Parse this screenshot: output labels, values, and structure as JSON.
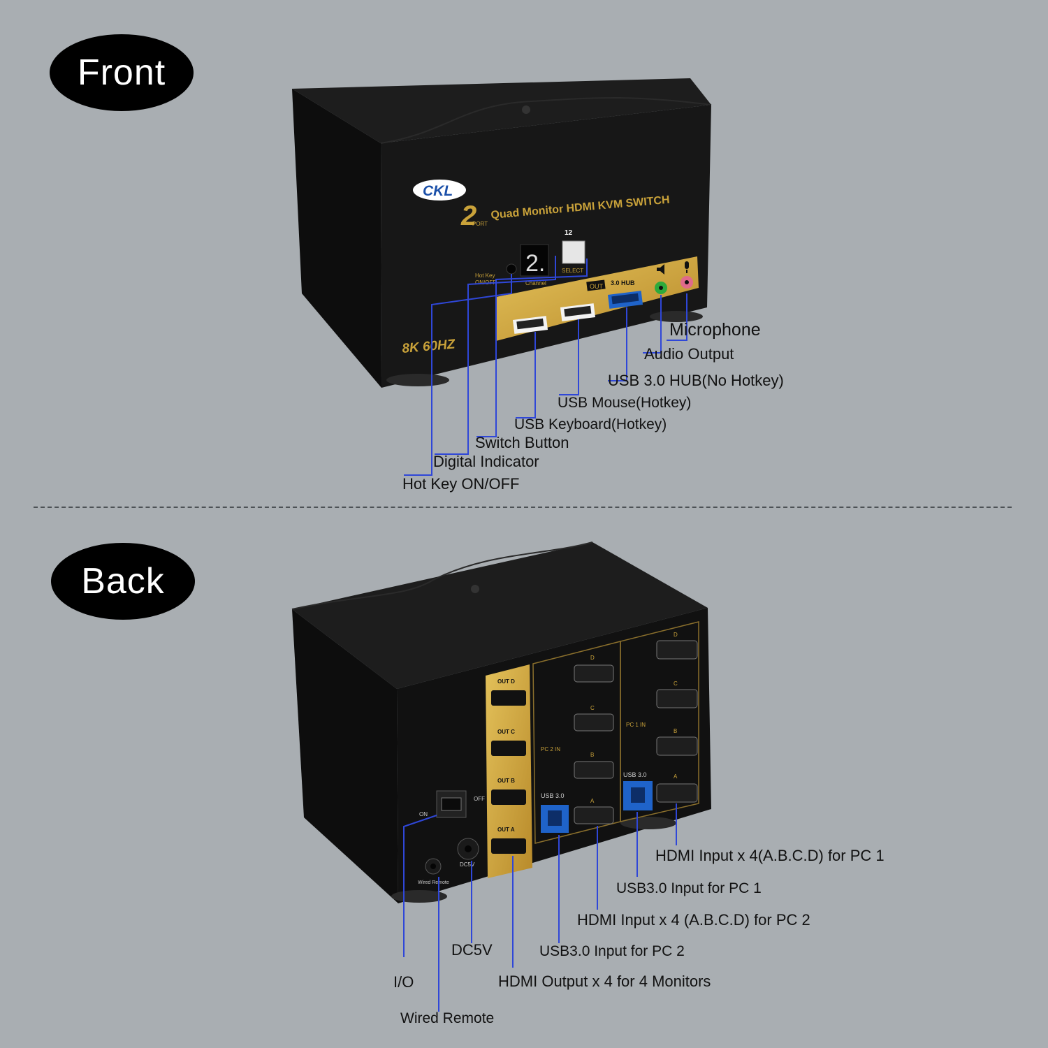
{
  "sections": {
    "front": "Front",
    "back": "Back"
  },
  "device": {
    "brand": "CKL",
    "ports_count": "2",
    "port_word": "PORT",
    "title": "Quad Monitor HDMI KVM SWITCH",
    "resolution_badge": "8K 60HZ",
    "digit_display": "2.",
    "front_panel": {
      "hotkey_line1": "Hot Key",
      "hotkey_line2": "ON/OFF",
      "channel": "Channel",
      "select": "SELECT",
      "select_numbers": "12",
      "out": "OUT",
      "usb_hub": "3.0 HUB"
    },
    "back_panel": {
      "out_d": "OUT D",
      "out_c": "OUT C",
      "out_b": "OUT B",
      "out_a": "OUT A",
      "pc2_in": "PC 2 IN",
      "pc1_in": "PC 1 IN",
      "usb30": "USB 3.0",
      "port_d": "D",
      "port_c": "C",
      "port_b": "B",
      "port_a": "A",
      "on": "ON",
      "off": "OFF",
      "wired_remote": "Wired Remote",
      "dc5v": "DC5V"
    }
  },
  "front_callouts": {
    "microphone": "Microphone",
    "audio_output": "Audio Output",
    "usb_hub": "USB 3.0 HUB(No Hotkey)",
    "usb_mouse": "USB Mouse(Hotkey)",
    "usb_keyboard": "USB Keyboard(Hotkey)",
    "switch_button": "Switch Button",
    "digital_indicator": "Digital Indicator",
    "hotkey": "Hot Key ON/OFF"
  },
  "back_callouts": {
    "hdmi_pc1": "HDMI Input x 4(A.B.C.D) for PC 1",
    "usb_pc1": "USB3.0 Input for PC 1",
    "hdmi_pc2": "HDMI Input x 4 (A.B.C.D) for PC 2",
    "usb_pc2": "USB3.0 Input for PC 2",
    "dc5v": "DC5V",
    "io": "I/O",
    "hdmi_out": "HDMI Output x 4 for 4 Monitors",
    "wired_remote": "Wired Remote"
  },
  "colors": {
    "background": "#a9aeb2",
    "device_body": "#141414",
    "gold": "#c9a23a",
    "leader_line": "#2f47d8",
    "usb3_blue": "#1f63c9"
  }
}
